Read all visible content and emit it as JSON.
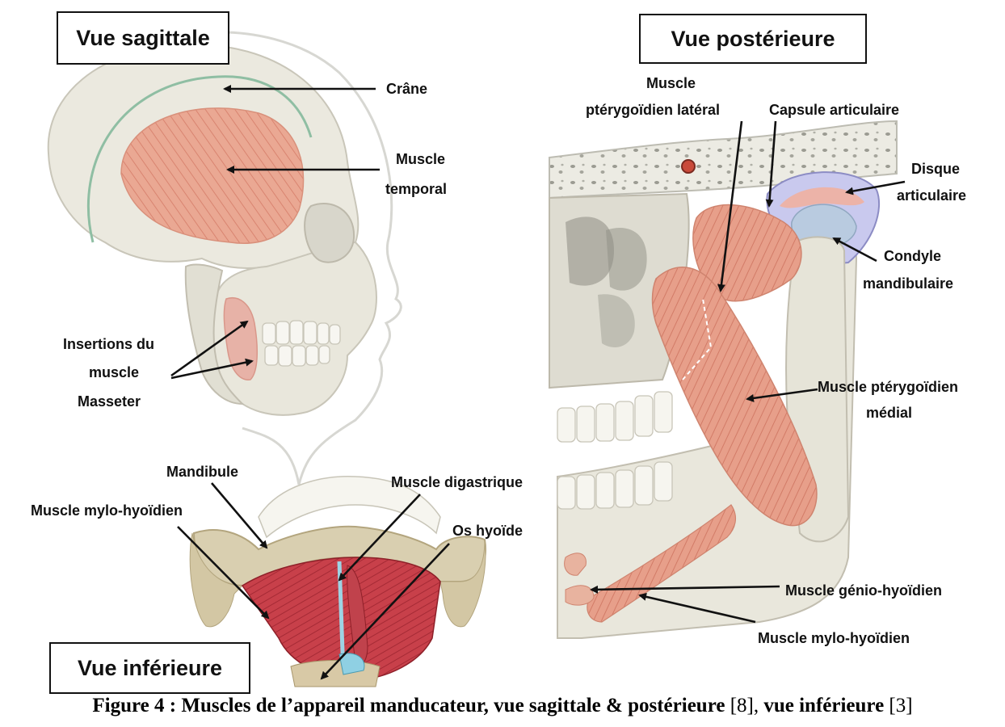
{
  "views": {
    "sagittal": "Vue sagittale",
    "posterior": "Vue postérieure",
    "inferior": "Vue inférieure"
  },
  "labels": {
    "crane": "Crâne",
    "temporal_1": "Muscle",
    "temporal_2": "temporal",
    "insertions_1": "Insertions du",
    "insertions_2": "muscle",
    "insertions_3": "Masseter",
    "mandibule": "Mandibule",
    "mylo_inf": "Muscle mylo-hyoïdien",
    "digastrique": "Muscle digastrique",
    "os_hyoide": "Os hyoïde",
    "pteryg_lat_1": "Muscle",
    "pteryg_lat_2": "ptérygoïdien latéral",
    "capsule": "Capsule articulaire",
    "disque_1": "Disque",
    "disque_2": "articulaire",
    "condyle_1": "Condyle",
    "condyle_2": "mandibulaire",
    "pteryg_med_1": "Muscle ptérygoïdien",
    "pteryg_med_2": "médial",
    "genio": "Muscle génio-hyoïdien",
    "mylo_post": "Muscle mylo-hyoïdien"
  },
  "caption": {
    "bold_part": "Figure 4 : Muscles de l’appareil manducateur, vue sagittale & postérieure",
    "ref1": " [8], ",
    "bold_part2": "vue inférieure",
    "ref2": " [3]"
  },
  "colors": {
    "bone": "#e9e7dc",
    "muscle": "#e9a48f",
    "arrow": "#111111"
  }
}
